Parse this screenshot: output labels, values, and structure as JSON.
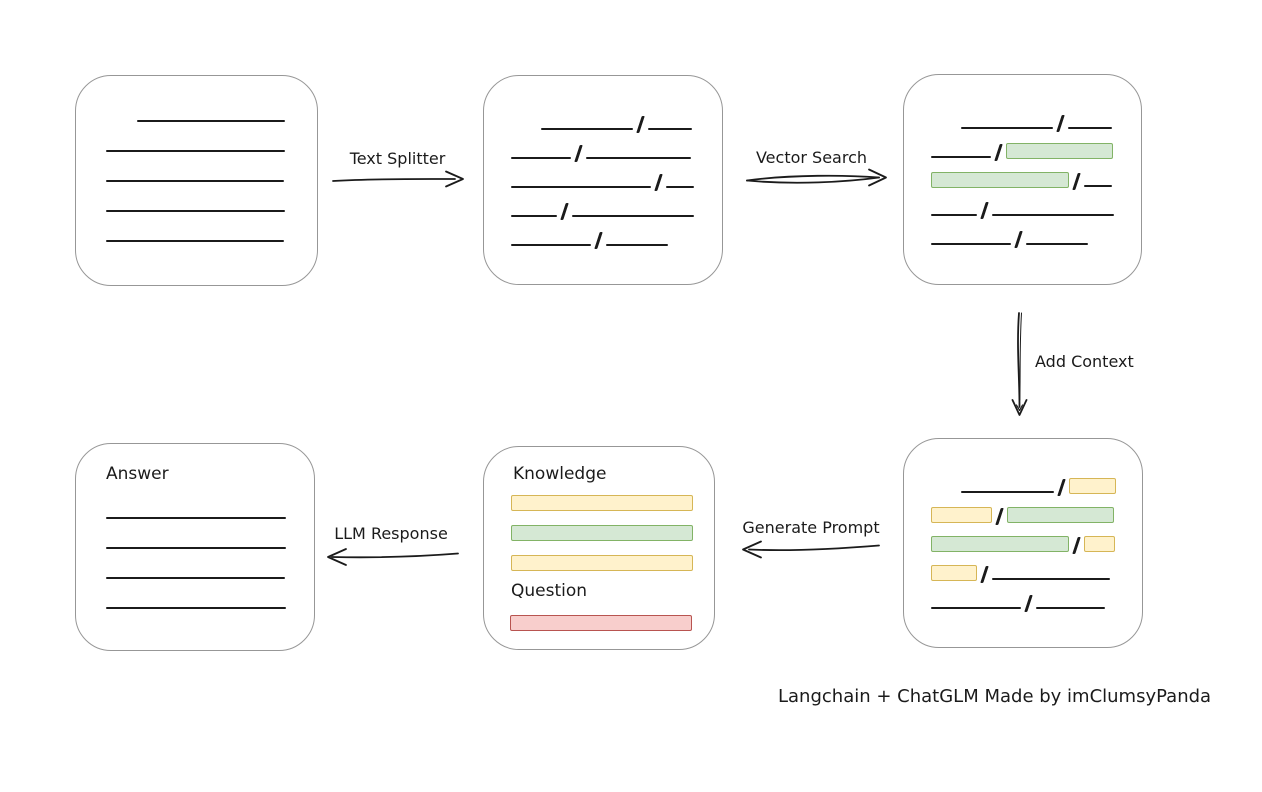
{
  "diagram": {
    "caption": "Langchain + ChatGLM Made by imClumsyPanda",
    "colors": {
      "line": "#1b1b1b",
      "box_border": "#979797",
      "green_fill": "#d5e8d4",
      "green_stroke": "#82b366",
      "yellow_fill": "#fff2cc",
      "yellow_stroke": "#d6b656",
      "red_fill": "#f8cecc",
      "red_stroke": "#b85450"
    },
    "arrows": [
      {
        "id": "text-splitter",
        "label": "Text Splitter"
      },
      {
        "id": "vector-search",
        "label": "Vector Search"
      },
      {
        "id": "add-context",
        "label": "Add Context"
      },
      {
        "id": "generate-prompt",
        "label": "Generate Prompt"
      },
      {
        "id": "llm-response",
        "label": "LLM Response"
      }
    ],
    "boxes": {
      "document": {
        "lines": [
          {
            "ind": 31,
            "w": 148
          },
          {
            "ind": 0,
            "w": 179
          },
          {
            "ind": 0,
            "w": 178
          },
          {
            "ind": 0,
            "w": 179
          },
          {
            "ind": 0,
            "w": 178
          }
        ]
      },
      "chunks": {
        "rows": [
          [
            {
              "t": "sp",
              "w": 30
            },
            {
              "t": "ln",
              "w": 92
            },
            {
              "t": "sl"
            },
            {
              "t": "ln",
              "w": 44
            }
          ],
          [
            {
              "t": "ln",
              "w": 60
            },
            {
              "t": "sl"
            },
            {
              "t": "ln",
              "w": 105
            }
          ],
          [
            {
              "t": "ln",
              "w": 140
            },
            {
              "t": "sl"
            },
            {
              "t": "ln",
              "w": 28
            }
          ],
          [
            {
              "t": "ln",
              "w": 46
            },
            {
              "t": "sl"
            },
            {
              "t": "ln",
              "w": 122
            }
          ],
          [
            {
              "t": "ln",
              "w": 80
            },
            {
              "t": "sl"
            },
            {
              "t": "ln",
              "w": 62
            }
          ]
        ]
      },
      "search_result": {
        "rows": [
          [
            {
              "t": "sp",
              "w": 30
            },
            {
              "t": "ln",
              "w": 92
            },
            {
              "t": "sl"
            },
            {
              "t": "ln",
              "w": 44
            }
          ],
          [
            {
              "t": "ln",
              "w": 60
            },
            {
              "t": "sl"
            },
            {
              "t": "gb",
              "w": 107
            }
          ],
          [
            {
              "t": "gb",
              "w": 138
            },
            {
              "t": "sl"
            },
            {
              "t": "ln",
              "w": 28
            }
          ],
          [
            {
              "t": "ln",
              "w": 46
            },
            {
              "t": "sl"
            },
            {
              "t": "ln",
              "w": 122
            }
          ],
          [
            {
              "t": "ln",
              "w": 80
            },
            {
              "t": "sl"
            },
            {
              "t": "ln",
              "w": 62
            }
          ]
        ]
      },
      "context_result": {
        "rows": [
          [
            {
              "t": "sp",
              "w": 30
            },
            {
              "t": "ln",
              "w": 93
            },
            {
              "t": "sl"
            },
            {
              "t": "yb",
              "w": 47
            }
          ],
          [
            {
              "t": "yb",
              "w": 61
            },
            {
              "t": "sl"
            },
            {
              "t": "gb",
              "w": 107
            }
          ],
          [
            {
              "t": "gb",
              "w": 138
            },
            {
              "t": "sl"
            },
            {
              "t": "yb",
              "w": 31
            }
          ],
          [
            {
              "t": "yb",
              "w": 46
            },
            {
              "t": "sl"
            },
            {
              "t": "ln",
              "w": 118
            }
          ],
          [
            {
              "t": "ln",
              "w": 90
            },
            {
              "t": "sl"
            },
            {
              "t": "ln",
              "w": 69
            }
          ]
        ]
      },
      "prompt": {
        "knowledge_label": "Knowledge",
        "knowledge_bars": [
          "yellow",
          "green",
          "yellow"
        ],
        "question_label": "Question",
        "question_bar": "red"
      },
      "answer": {
        "label": "Answer",
        "lines": [
          {
            "ind": 0,
            "w": 180
          },
          {
            "ind": 0,
            "w": 180
          },
          {
            "ind": 0,
            "w": 179
          },
          {
            "ind": 0,
            "w": 180
          }
        ]
      }
    }
  }
}
